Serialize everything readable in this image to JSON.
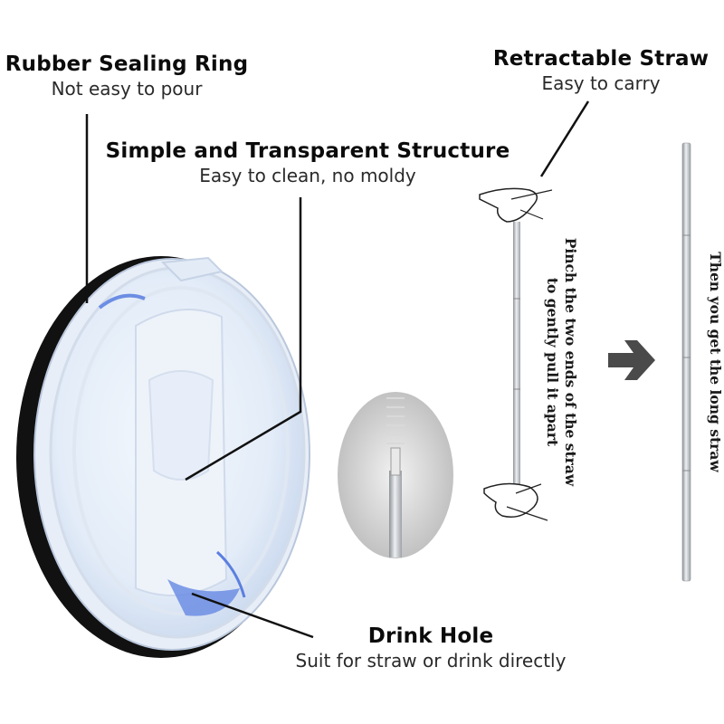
{
  "callouts": {
    "rubber_ring": {
      "title": "Rubber Sealing Ring",
      "subtitle": "Not easy to pour"
    },
    "structure": {
      "title": "Simple and Transparent Structure",
      "subtitle": "Easy to clean, no moldy"
    },
    "straw": {
      "title": "Retractable Straw",
      "subtitle": "Easy to carry"
    },
    "drink_hole": {
      "title": "Drink Hole",
      "subtitle": "Suit for straw or drink directly"
    }
  },
  "instructions": {
    "pinch_line1": "Pinch the two ends of the straw",
    "pinch_line2": "to gently pull it apart",
    "result": "Then you get the long straw"
  },
  "colors": {
    "lid_tint": "#cfe0f7",
    "lid_blue": "#5b7fe0",
    "ring": "#111111",
    "arrow": "#4a4a4a",
    "steel": "#bfc3c7"
  }
}
